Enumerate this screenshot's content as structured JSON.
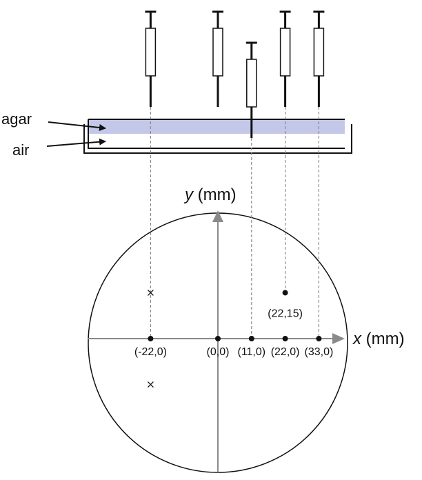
{
  "labels": {
    "agar": "agar",
    "air": "air",
    "y_axis": "y",
    "y_unit": " (mm)",
    "x_axis": "x",
    "x_unit": " (mm)"
  },
  "colors": {
    "agar_fill": "#c3c8e8",
    "axis": "#8a8a8a",
    "line": "#111111",
    "guide": "#888888"
  },
  "points": [
    {
      "label": "(-22,0)",
      "x": -22,
      "y": 0
    },
    {
      "label": "(0,0)",
      "x": 0,
      "y": 0
    },
    {
      "label": "(11,0)",
      "x": 11,
      "y": 0
    },
    {
      "label": "(22,0)",
      "x": 22,
      "y": 0
    },
    {
      "label": "(33,0)",
      "x": 33,
      "y": 0
    },
    {
      "label": "(22,15)",
      "x": 22,
      "y": 15
    }
  ],
  "cross_markers": [
    {
      "x": -22,
      "y": 15
    },
    {
      "x": -22,
      "y": -15
    }
  ],
  "syringes": [
    {
      "x": -22,
      "penetrates_agar": false
    },
    {
      "x": 0,
      "penetrates_agar": false
    },
    {
      "x": 11,
      "penetrates_agar": true
    },
    {
      "x": 22,
      "penetrates_agar": false
    },
    {
      "x": 33,
      "penetrates_agar": false
    }
  ]
}
